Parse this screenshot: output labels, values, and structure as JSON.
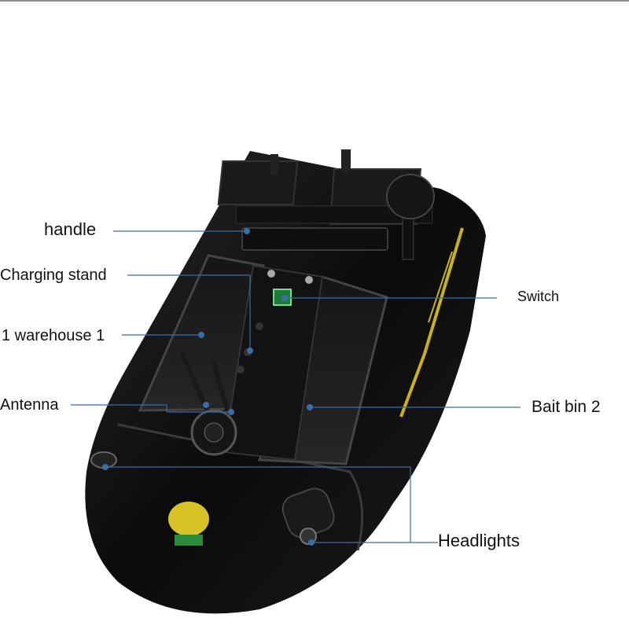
{
  "labels": {
    "handle": "handle",
    "charging_stand": "Charging stand",
    "warehouse": "1 warehouse 1",
    "antenna": "Antenna",
    "switch": "Switch",
    "bait_bin": "Bait bin 2",
    "headlights": "Headlights"
  },
  "colors": {
    "leader_line": "#3a6ea5",
    "hull": "#0b0b0b",
    "accent_stripe": "#c9b21a",
    "switch_light": "#2aa84a"
  }
}
